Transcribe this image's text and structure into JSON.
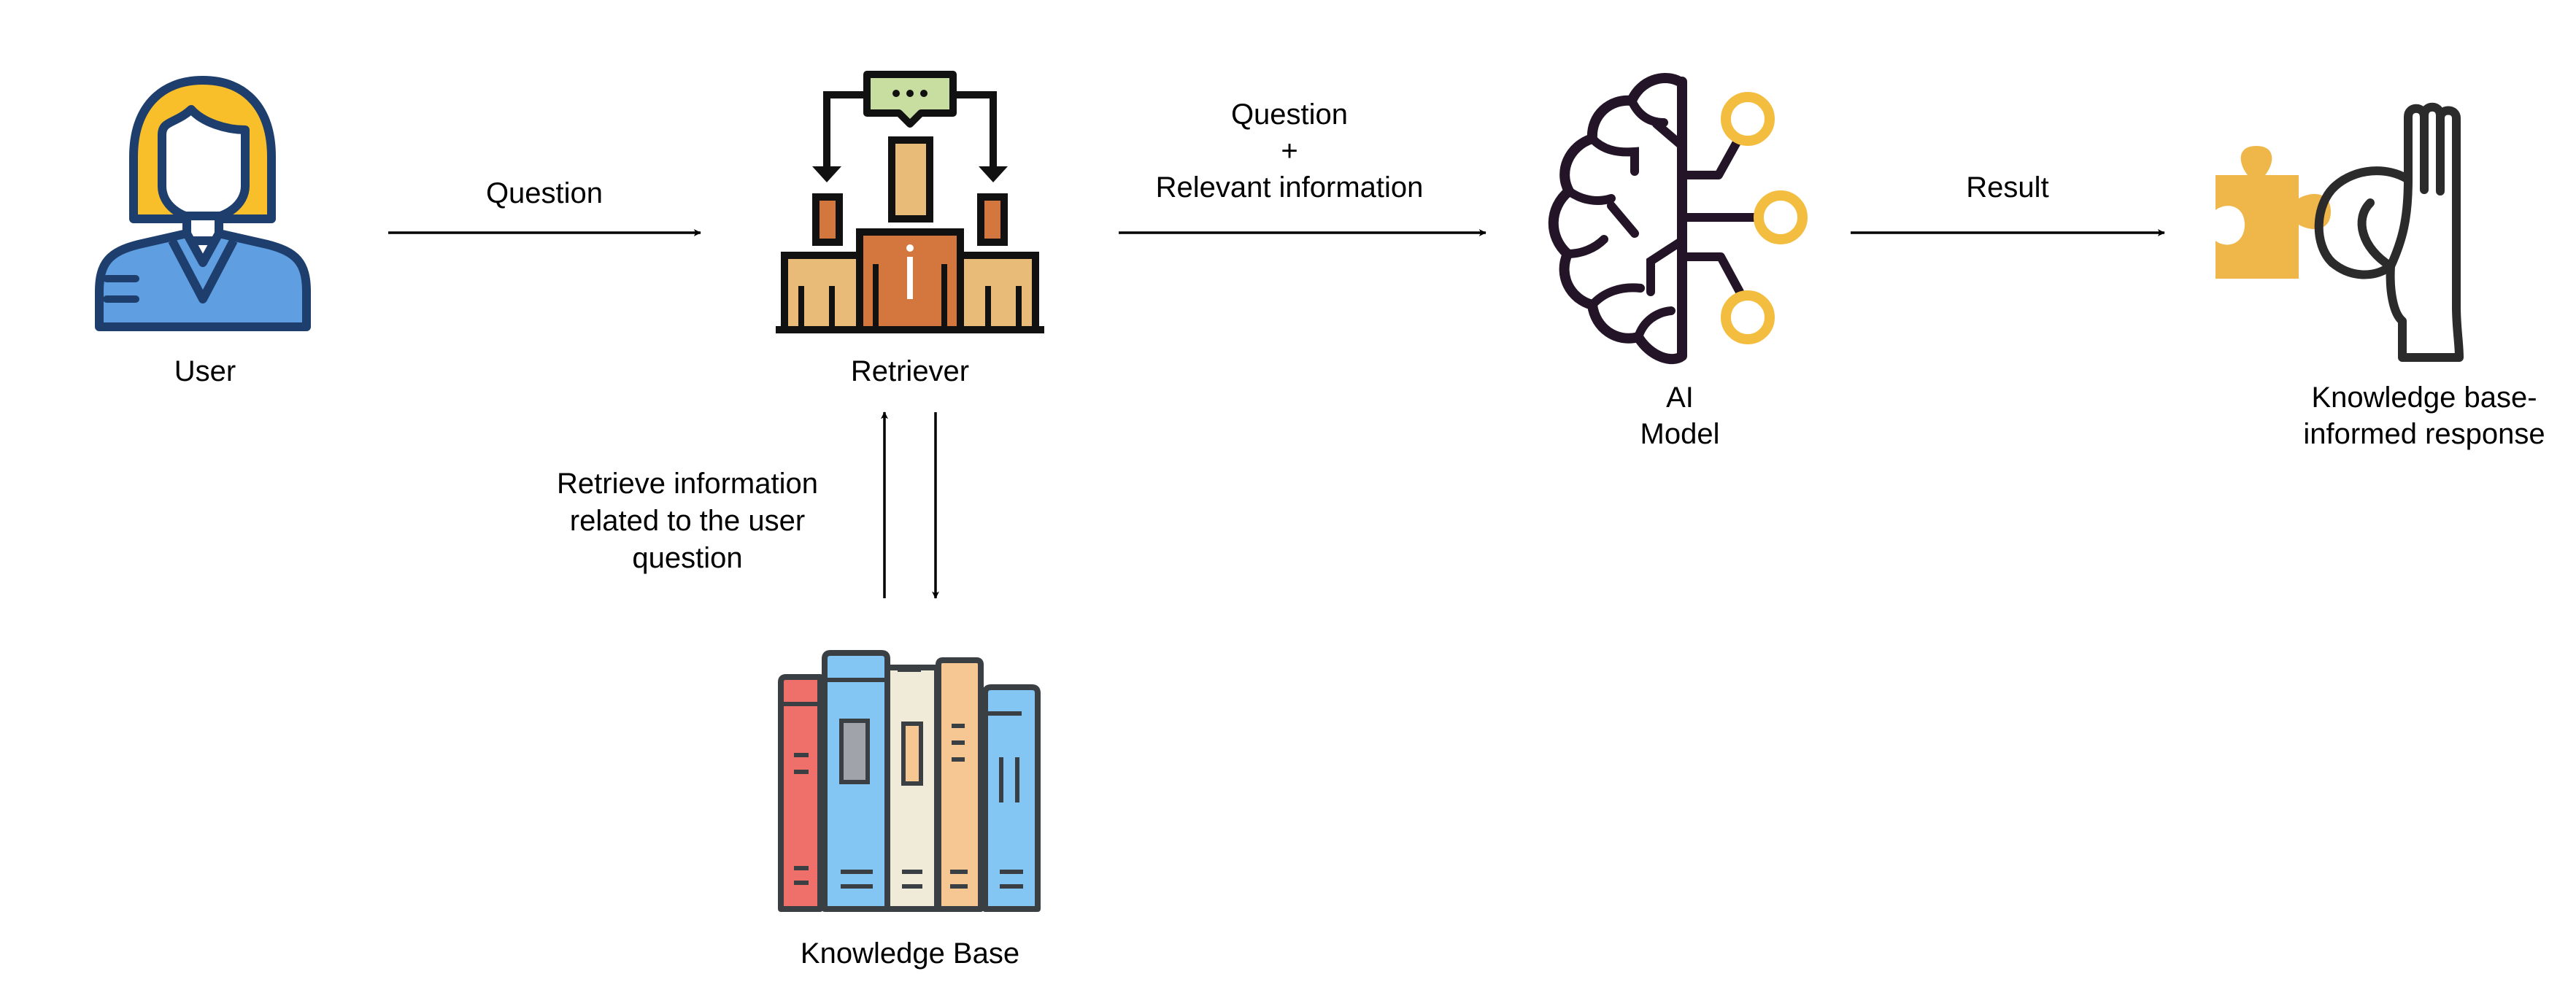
{
  "nodes": {
    "user": {
      "label": "User"
    },
    "retriever": {
      "label": "Retriever"
    },
    "knowledge_base": {
      "label": "Knowledge Base"
    },
    "ai_model": {
      "label_line1": "AI",
      "label_line2": "Model"
    },
    "response": {
      "label_line1": "Knowledge base-",
      "label_line2": "informed response"
    }
  },
  "edges": {
    "user_to_retriever": {
      "label": "Question"
    },
    "retriever_to_model": {
      "label_line1": "Question",
      "label_line2": "+",
      "label_line3": "Relevant information"
    },
    "retriever_kb": {
      "label_line1": "Retrieve information",
      "label_line2": "related to the user",
      "label_line3": "question"
    },
    "model_to_response": {
      "label": "Result"
    }
  },
  "colors": {
    "user_hair": "#f9bf2a",
    "user_shirt": "#5f9ee0",
    "user_outline": "#1e3f6d",
    "retriever_main": "#d4773f",
    "retriever_side": "#e8bb78",
    "retriever_bubble": "#c7dea0",
    "book_red": "#ef6f6a",
    "book_blue": "#83c6f3",
    "book_cream": "#f0ead8",
    "book_orange": "#f7c793",
    "brain_outline": "#231527",
    "node_yellow": "#f3bd3f",
    "puzzle": "#efb64a"
  }
}
